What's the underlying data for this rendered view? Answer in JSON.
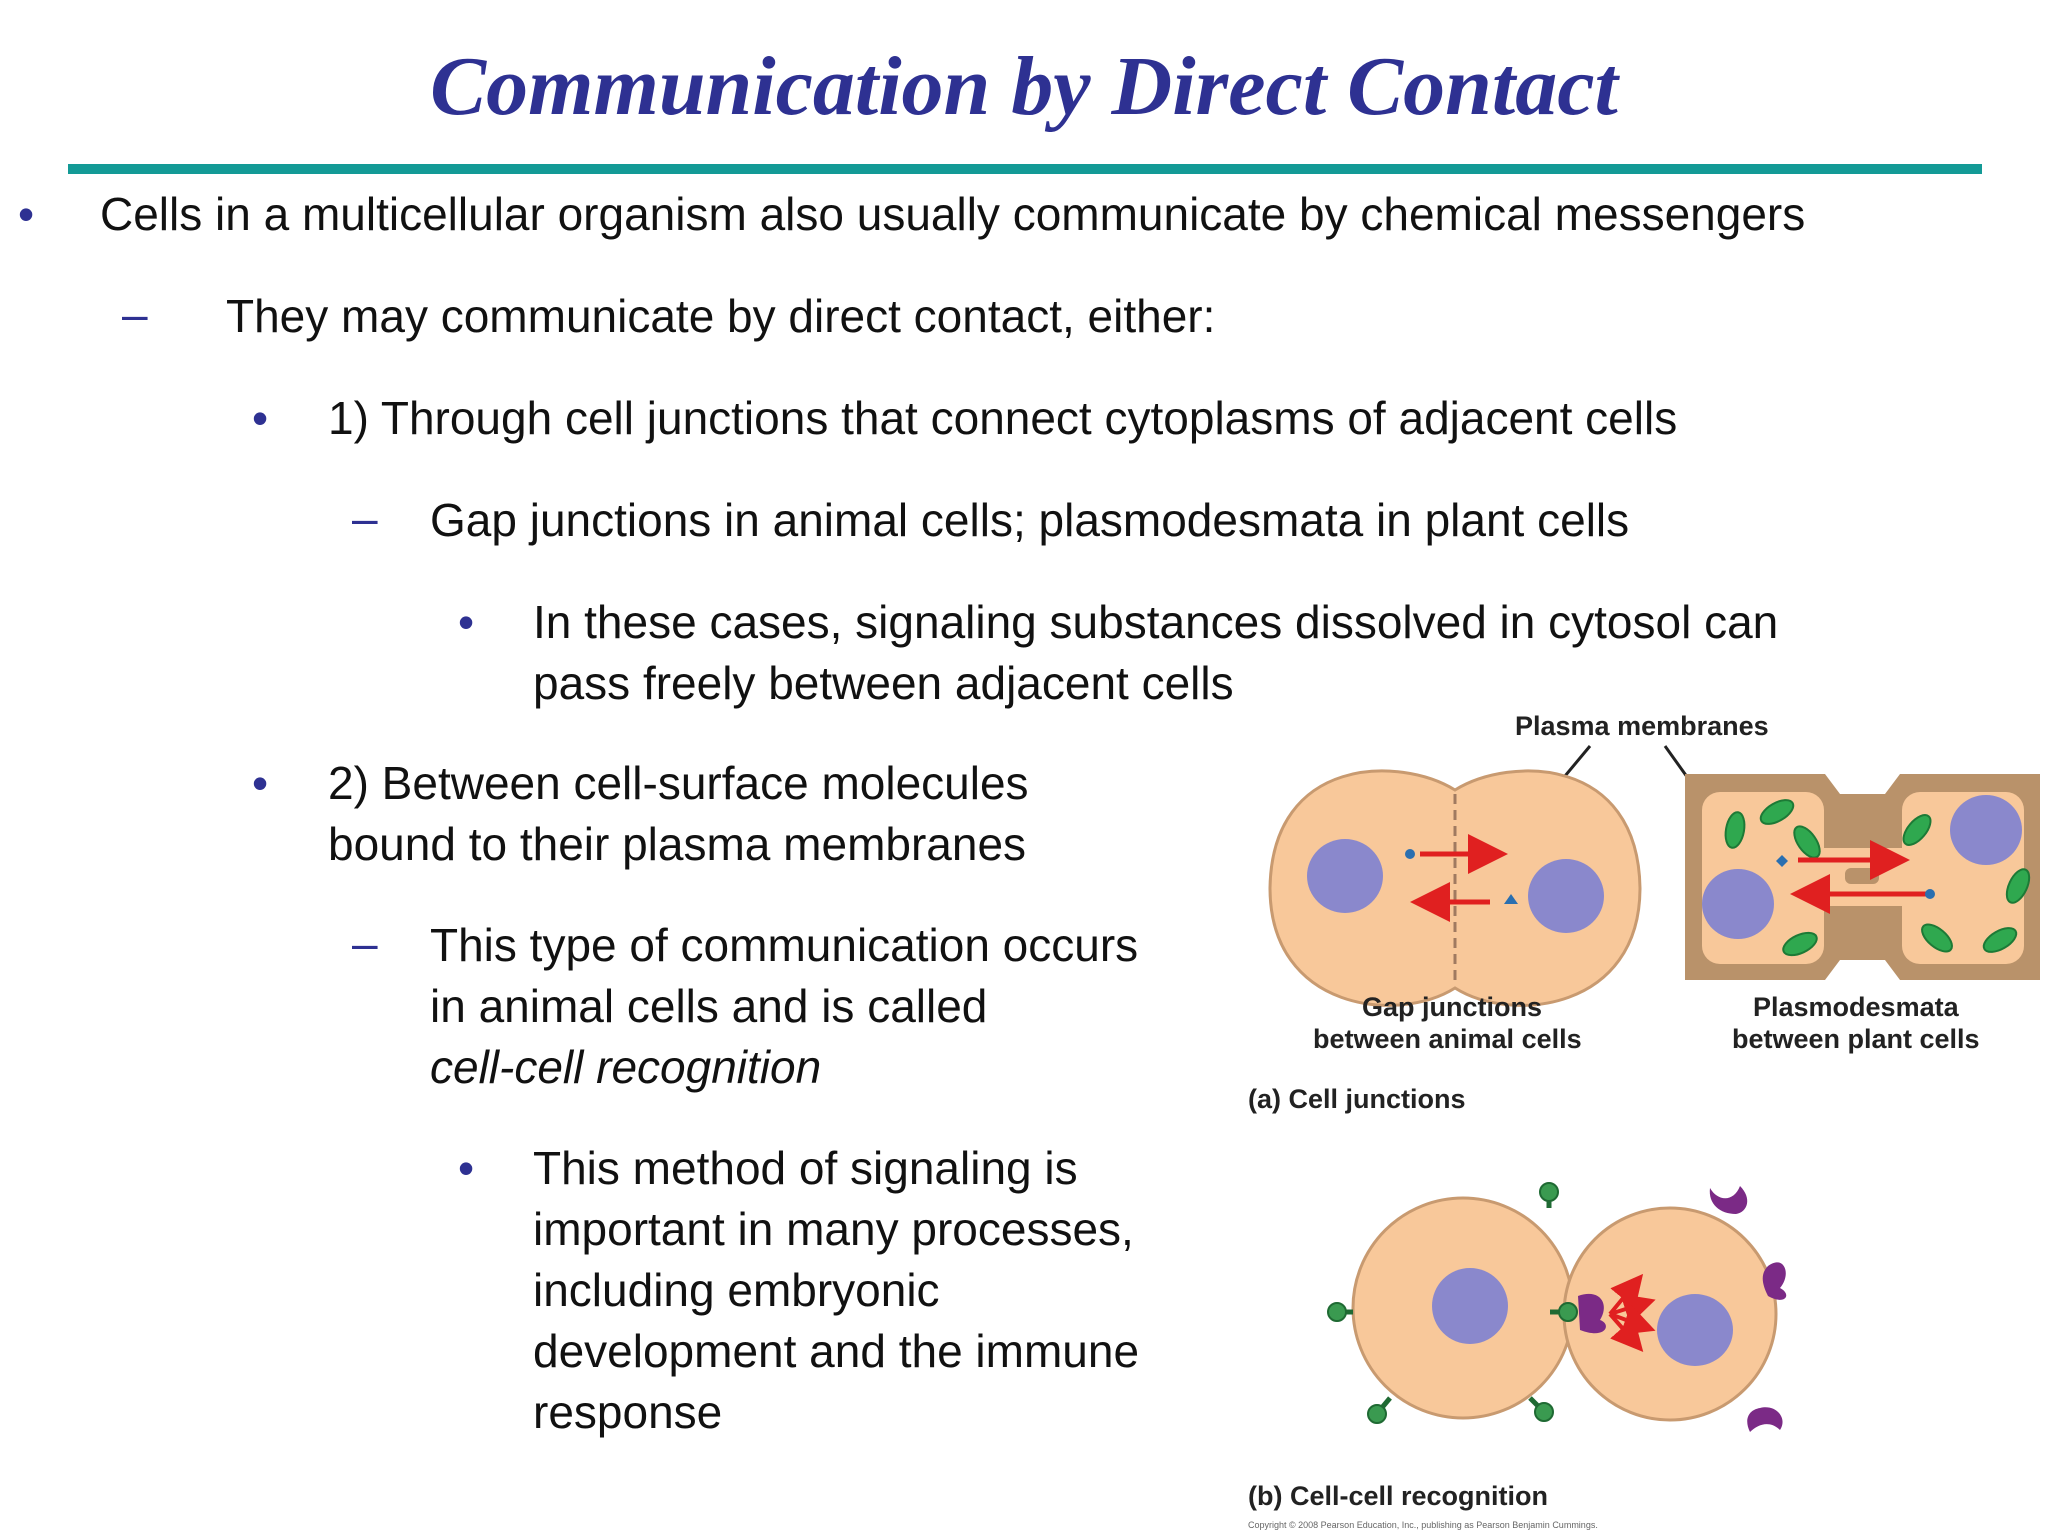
{
  "title": "Communication by Direct Contact",
  "bullets": [
    {
      "text": "Cells in a multicellular organism also usually communicate by chemical messengers"
    },
    {
      "text": "They may communicate by direct contact, either:"
    },
    {
      "text": "1)  Through cell junctions that connect cytoplasms of adjacent cells"
    },
    {
      "text": "Gap junctions in animal cells; plasmodesmata in plant cells"
    },
    {
      "lines": [
        "In these cases, signaling substances dissolved in cytosol can",
        "pass freely between adjacent cells"
      ]
    },
    {
      "lines": [
        "2) Between cell-surface molecules",
        "bound to their plasma membranes"
      ]
    },
    {
      "lines": [
        "This type of communication occurs",
        "in animal cells and is called"
      ],
      "italic_line": "cell-cell recognition"
    },
    {
      "lines": [
        "This method of signaling is",
        "important in many processes,",
        "including embryonic",
        "development and the immune",
        "response"
      ]
    }
  ],
  "figure": {
    "plasma_membranes_label": "Plasma membranes",
    "gap_label_1": "Gap junctions",
    "gap_label_2": "between animal cells",
    "plasmo_label_1": "Plasmodesmata",
    "plasmo_label_2": "between plant cells",
    "caption_a": "(a) Cell junctions",
    "caption_b": "(b) Cell-cell recognition",
    "copyright": "Copyright © 2008 Pearson Education, Inc., publishing as Pearson Benjamin Cummings."
  },
  "colors": {
    "title": "#2e3192",
    "rule": "#139a96",
    "cell_fill": "#f8c89a",
    "nucleus": "#8a88cc",
    "cell_wall": "#b9926a",
    "chloroplast": "#2fa84f",
    "arrow": "#e02020",
    "receptor": "#7b2a86",
    "ligand": "#3a9a50"
  }
}
